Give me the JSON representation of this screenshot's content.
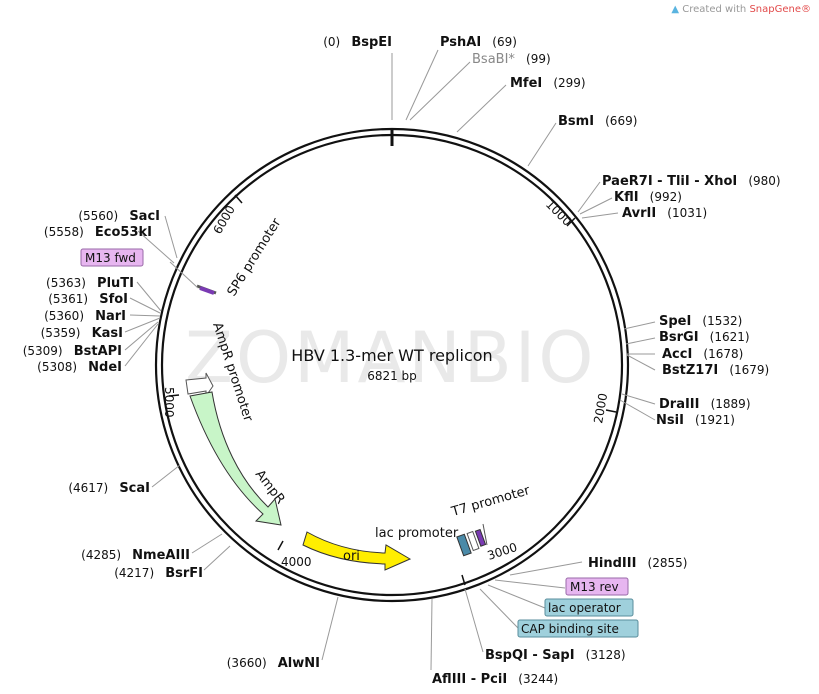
{
  "credit": {
    "prefix": "Created with",
    "brand": "SnapGene®",
    "icon": "snapgene-logo-icon"
  },
  "plasmid": {
    "name": "HBV 1.3-mer WT replicon",
    "size_label": "6821 bp",
    "length": 6821
  },
  "watermark": "ZOMANBIO",
  "colors": {
    "backbone": "#111111",
    "ampr": "#c8f5c8",
    "ori": "#ffee00",
    "primer": "#e7b6f0",
    "protein_bind": "#9fd0dc",
    "promoter_arrow": "#ffffff"
  },
  "ticks": [
    "1000",
    "2000",
    "3000",
    "4000",
    "5000",
    "6000"
  ],
  "features": {
    "sp6": "SP6 promoter",
    "ampr_promoter": "AmpR promoter",
    "ampr": "AmpR",
    "ori": "ori",
    "lac_promoter": "lac promoter",
    "t7": "T7 promoter"
  },
  "boxes": {
    "m13fwd": "M13 fwd",
    "m13rev": "M13 rev",
    "lac_operator": "lac operator",
    "cap": "CAP binding site"
  },
  "sites": [
    {
      "id": "bspei",
      "pos": "(0)",
      "name": "BspEI",
      "pos_first": true
    },
    {
      "id": "pshai",
      "name": "PshAI",
      "pos": "(69)"
    },
    {
      "id": "bsabi",
      "name": "BsaBI*",
      "pos": "(99)",
      "dim": true
    },
    {
      "id": "mfei",
      "name": "MfeI",
      "pos": "(299)"
    },
    {
      "id": "bsmi",
      "name": "BsmI",
      "pos": "(669)"
    },
    {
      "id": "paer7i",
      "name": "PaeR7I - TliI - XhoI",
      "pos": "(980)"
    },
    {
      "id": "kfli",
      "name": "KflI",
      "pos": "(992)"
    },
    {
      "id": "avrii",
      "name": "AvrII",
      "pos": "(1031)"
    },
    {
      "id": "spei",
      "name": "SpeI",
      "pos": "(1532)"
    },
    {
      "id": "bsrgi",
      "name": "BsrGI",
      "pos": "(1621)"
    },
    {
      "id": "acci",
      "name": "AccI",
      "pos": "(1678)"
    },
    {
      "id": "bstz17i",
      "name": "BstZ17I",
      "pos": "(1679)"
    },
    {
      "id": "draiii",
      "name": "DraIII",
      "pos": "(1889)"
    },
    {
      "id": "nsii",
      "name": "NsiI",
      "pos": "(1921)"
    },
    {
      "id": "hindiii",
      "name": "HindIII",
      "pos": "(2855)"
    },
    {
      "id": "bspqi",
      "name": "BspQI - SapI",
      "pos": "(3128)"
    },
    {
      "id": "afliii",
      "name": "AflIII - PciI",
      "pos": "(3244)"
    },
    {
      "id": "alwni",
      "pos": "(3660)",
      "name": "AlwNI",
      "pos_first": true
    },
    {
      "id": "bsrfi",
      "pos": "(4217)",
      "name": "BsrFI",
      "pos_first": true
    },
    {
      "id": "nmeaiii",
      "pos": "(4285)",
      "name": "NmeAIII",
      "pos_first": true
    },
    {
      "id": "scai",
      "pos": "(4617)",
      "name": "ScaI",
      "pos_first": true
    },
    {
      "id": "ndei",
      "pos": "(5308)",
      "name": "NdeI",
      "pos_first": true
    },
    {
      "id": "bstapi",
      "pos": "(5309)",
      "name": "BstAPI",
      "pos_first": true
    },
    {
      "id": "kasi",
      "pos": "(5359)",
      "name": "KasI",
      "pos_first": true
    },
    {
      "id": "nari",
      "pos": "(5360)",
      "name": "NarI",
      "pos_first": true
    },
    {
      "id": "sfoi",
      "pos": "(5361)",
      "name": "SfoI",
      "pos_first": true
    },
    {
      "id": "pluti",
      "pos": "(5363)",
      "name": "PluTI",
      "pos_first": true
    },
    {
      "id": "eco53ki",
      "pos": "(5558)",
      "name": "Eco53kI",
      "pos_first": true
    },
    {
      "id": "saci",
      "pos": "(5560)",
      "name": "SacI",
      "pos_first": true
    }
  ]
}
